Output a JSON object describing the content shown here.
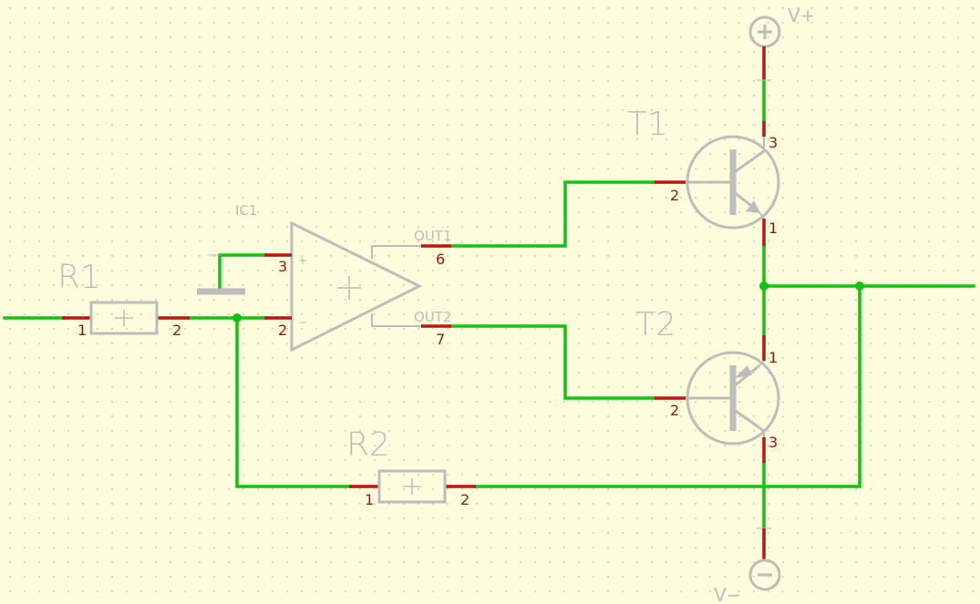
{
  "colors": {
    "background": "#fdfcdc",
    "wire": "#11c411",
    "pin": "#c21313",
    "symbol": "#bdbdbd",
    "pin_number": "#a11414"
  },
  "components": {
    "r1": {
      "designator": "R1",
      "pin1": "1",
      "pin2": "2"
    },
    "r2": {
      "designator": "R2",
      "pin1": "1",
      "pin2": "2"
    },
    "ic1": {
      "designator": "IC1",
      "pin_plus": "3",
      "pin_minus": "2",
      "sign_plus": "+",
      "sign_minus": "−",
      "out1_label": "OUT1",
      "out1_pin": "6",
      "out2_label": "OUT2",
      "out2_pin": "7"
    },
    "t1": {
      "designator": "T1",
      "pin_collector": "3",
      "pin_base": "2",
      "pin_emitter": "1"
    },
    "t2": {
      "designator": "T2",
      "pin_emitter": "1",
      "pin_base": "2",
      "pin_collector": "3"
    },
    "supply_pos": {
      "label": "V+"
    },
    "supply_neg": {
      "label": "V−"
    }
  }
}
